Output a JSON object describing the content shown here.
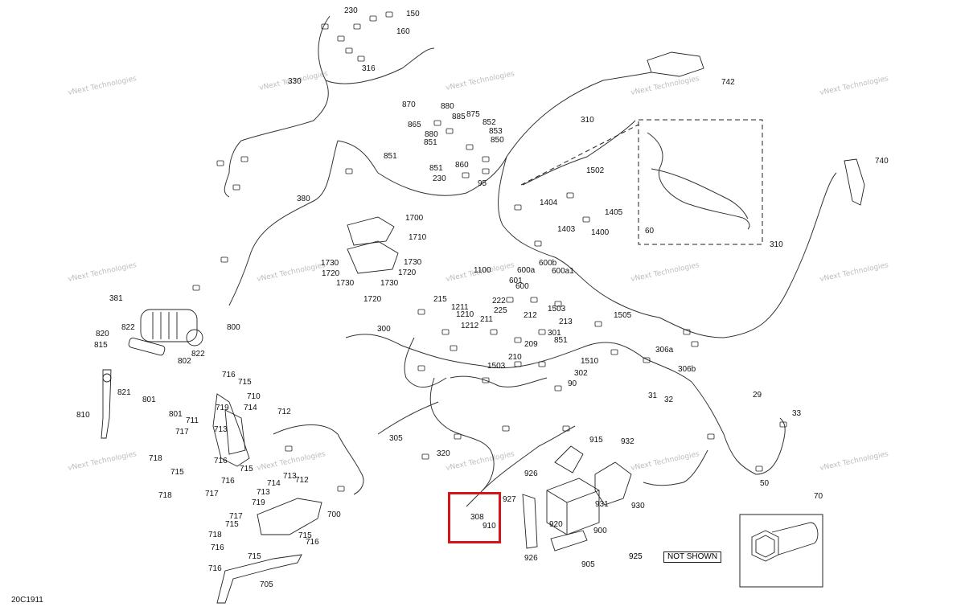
{
  "diagram": {
    "figure_code": "20C1911",
    "watermark": "vNext Technologies",
    "note": {
      "number": "925",
      "text": "NOT SHOWN"
    },
    "highlight": {
      "part": "308",
      "color": "#d8141b"
    },
    "callouts": [
      {
        "id": "230a",
        "text": "230"
      },
      {
        "id": "150",
        "text": "150"
      },
      {
        "id": "160",
        "text": "160"
      },
      {
        "id": "316",
        "text": "316"
      },
      {
        "id": "330",
        "text": "330"
      },
      {
        "id": "742",
        "text": "742"
      },
      {
        "id": "870",
        "text": "870"
      },
      {
        "id": "880a",
        "text": "880"
      },
      {
        "id": "875",
        "text": "875"
      },
      {
        "id": "885",
        "text": "885"
      },
      {
        "id": "865",
        "text": "865"
      },
      {
        "id": "852",
        "text": "852"
      },
      {
        "id": "880b",
        "text": "880"
      },
      {
        "id": "853",
        "text": "853"
      },
      {
        "id": "851a",
        "text": "851"
      },
      {
        "id": "850",
        "text": "850"
      },
      {
        "id": "851b",
        "text": "851"
      },
      {
        "id": "860",
        "text": "860"
      },
      {
        "id": "851c",
        "text": "851"
      },
      {
        "id": "230b",
        "text": "230"
      },
      {
        "id": "95",
        "text": "95"
      },
      {
        "id": "310a",
        "text": "310"
      },
      {
        "id": "740",
        "text": "740"
      },
      {
        "id": "1502",
        "text": "1502"
      },
      {
        "id": "380",
        "text": "380"
      },
      {
        "id": "1404",
        "text": "1404"
      },
      {
        "id": "1405",
        "text": "1405"
      },
      {
        "id": "1403",
        "text": "1403"
      },
      {
        "id": "1400",
        "text": "1400"
      },
      {
        "id": "60",
        "text": "60"
      },
      {
        "id": "1700",
        "text": "1700"
      },
      {
        "id": "1710",
        "text": "1710"
      },
      {
        "id": "310b",
        "text": "310"
      },
      {
        "id": "1730a",
        "text": "1730"
      },
      {
        "id": "1730b",
        "text": "1730"
      },
      {
        "id": "1720a",
        "text": "1720"
      },
      {
        "id": "1720b",
        "text": "1720"
      },
      {
        "id": "1730c",
        "text": "1730"
      },
      {
        "id": "1730d",
        "text": "1730"
      },
      {
        "id": "1720c",
        "text": "1720"
      },
      {
        "id": "1100",
        "text": "1100"
      },
      {
        "id": "600a",
        "text": "600a"
      },
      {
        "id": "600b",
        "text": "600b"
      },
      {
        "id": "600a1",
        "text": "600a1"
      },
      {
        "id": "601",
        "text": "601"
      },
      {
        "id": "600",
        "text": "600"
      },
      {
        "id": "222",
        "text": "222"
      },
      {
        "id": "381",
        "text": "381"
      },
      {
        "id": "215",
        "text": "215"
      },
      {
        "id": "1211",
        "text": "1211"
      },
      {
        "id": "225",
        "text": "225"
      },
      {
        "id": "1503a",
        "text": "1503"
      },
      {
        "id": "1210",
        "text": "1210"
      },
      {
        "id": "211",
        "text": "211"
      },
      {
        "id": "212",
        "text": "212"
      },
      {
        "id": "1505",
        "text": "1505"
      },
      {
        "id": "822a",
        "text": "822"
      },
      {
        "id": "800",
        "text": "800"
      },
      {
        "id": "1212",
        "text": "1212"
      },
      {
        "id": "213",
        "text": "213"
      },
      {
        "id": "820",
        "text": "820"
      },
      {
        "id": "300",
        "text": "300"
      },
      {
        "id": "301",
        "text": "301"
      },
      {
        "id": "851d",
        "text": "851"
      },
      {
        "id": "822b",
        "text": "822"
      },
      {
        "id": "815",
        "text": "815"
      },
      {
        "id": "209",
        "text": "209"
      },
      {
        "id": "306a",
        "text": "306a"
      },
      {
        "id": "802",
        "text": "802"
      },
      {
        "id": "210",
        "text": "210"
      },
      {
        "id": "1510",
        "text": "1510"
      },
      {
        "id": "1503b",
        "text": "1503"
      },
      {
        "id": "306b",
        "text": "306b"
      },
      {
        "id": "716a",
        "text": "716"
      },
      {
        "id": "302",
        "text": "302"
      },
      {
        "id": "821",
        "text": "821"
      },
      {
        "id": "715a",
        "text": "715"
      },
      {
        "id": "90",
        "text": "90"
      },
      {
        "id": "31",
        "text": "31"
      },
      {
        "id": "801a",
        "text": "801"
      },
      {
        "id": "710",
        "text": "710"
      },
      {
        "id": "32",
        "text": "32"
      },
      {
        "id": "810",
        "text": "810"
      },
      {
        "id": "719a",
        "text": "719"
      },
      {
        "id": "714a",
        "text": "714"
      },
      {
        "id": "712a",
        "text": "712"
      },
      {
        "id": "29",
        "text": "29"
      },
      {
        "id": "801b",
        "text": "801"
      },
      {
        "id": "711",
        "text": "711"
      },
      {
        "id": "713a",
        "text": "713"
      },
      {
        "id": "33",
        "text": "33"
      },
      {
        "id": "717a",
        "text": "717"
      },
      {
        "id": "305",
        "text": "305"
      },
      {
        "id": "915",
        "text": "915"
      },
      {
        "id": "932",
        "text": "932"
      },
      {
        "id": "718a",
        "text": "718"
      },
      {
        "id": "716b",
        "text": "716"
      },
      {
        "id": "320",
        "text": "320"
      },
      {
        "id": "715b",
        "text": "715"
      },
      {
        "id": "715c",
        "text": "715"
      },
      {
        "id": "716c",
        "text": "716"
      },
      {
        "id": "713b",
        "text": "713"
      },
      {
        "id": "712b",
        "text": "712"
      },
      {
        "id": "926a",
        "text": "926"
      },
      {
        "id": "714b",
        "text": "714"
      },
      {
        "id": "50",
        "text": "50"
      },
      {
        "id": "718b",
        "text": "718"
      },
      {
        "id": "717b",
        "text": "717"
      },
      {
        "id": "713c",
        "text": "713"
      },
      {
        "id": "927",
        "text": "927"
      },
      {
        "id": "931",
        "text": "931"
      },
      {
        "id": "930",
        "text": "930"
      },
      {
        "id": "70",
        "text": "70"
      },
      {
        "id": "719b",
        "text": "719"
      },
      {
        "id": "308",
        "text": "308"
      },
      {
        "id": "717c",
        "text": "717"
      },
      {
        "id": "700",
        "text": "700"
      },
      {
        "id": "910",
        "text": "910"
      },
      {
        "id": "920",
        "text": "920"
      },
      {
        "id": "715d",
        "text": "715"
      },
      {
        "id": "900",
        "text": "900"
      },
      {
        "id": "718c",
        "text": "718"
      },
      {
        "id": "715e",
        "text": "715"
      },
      {
        "id": "716d",
        "text": "716"
      },
      {
        "id": "716e",
        "text": "716"
      },
      {
        "id": "715f",
        "text": "715"
      },
      {
        "id": "926b",
        "text": "926"
      },
      {
        "id": "905",
        "text": "905"
      },
      {
        "id": "716f",
        "text": "716"
      },
      {
        "id": "705",
        "text": "705"
      }
    ]
  }
}
